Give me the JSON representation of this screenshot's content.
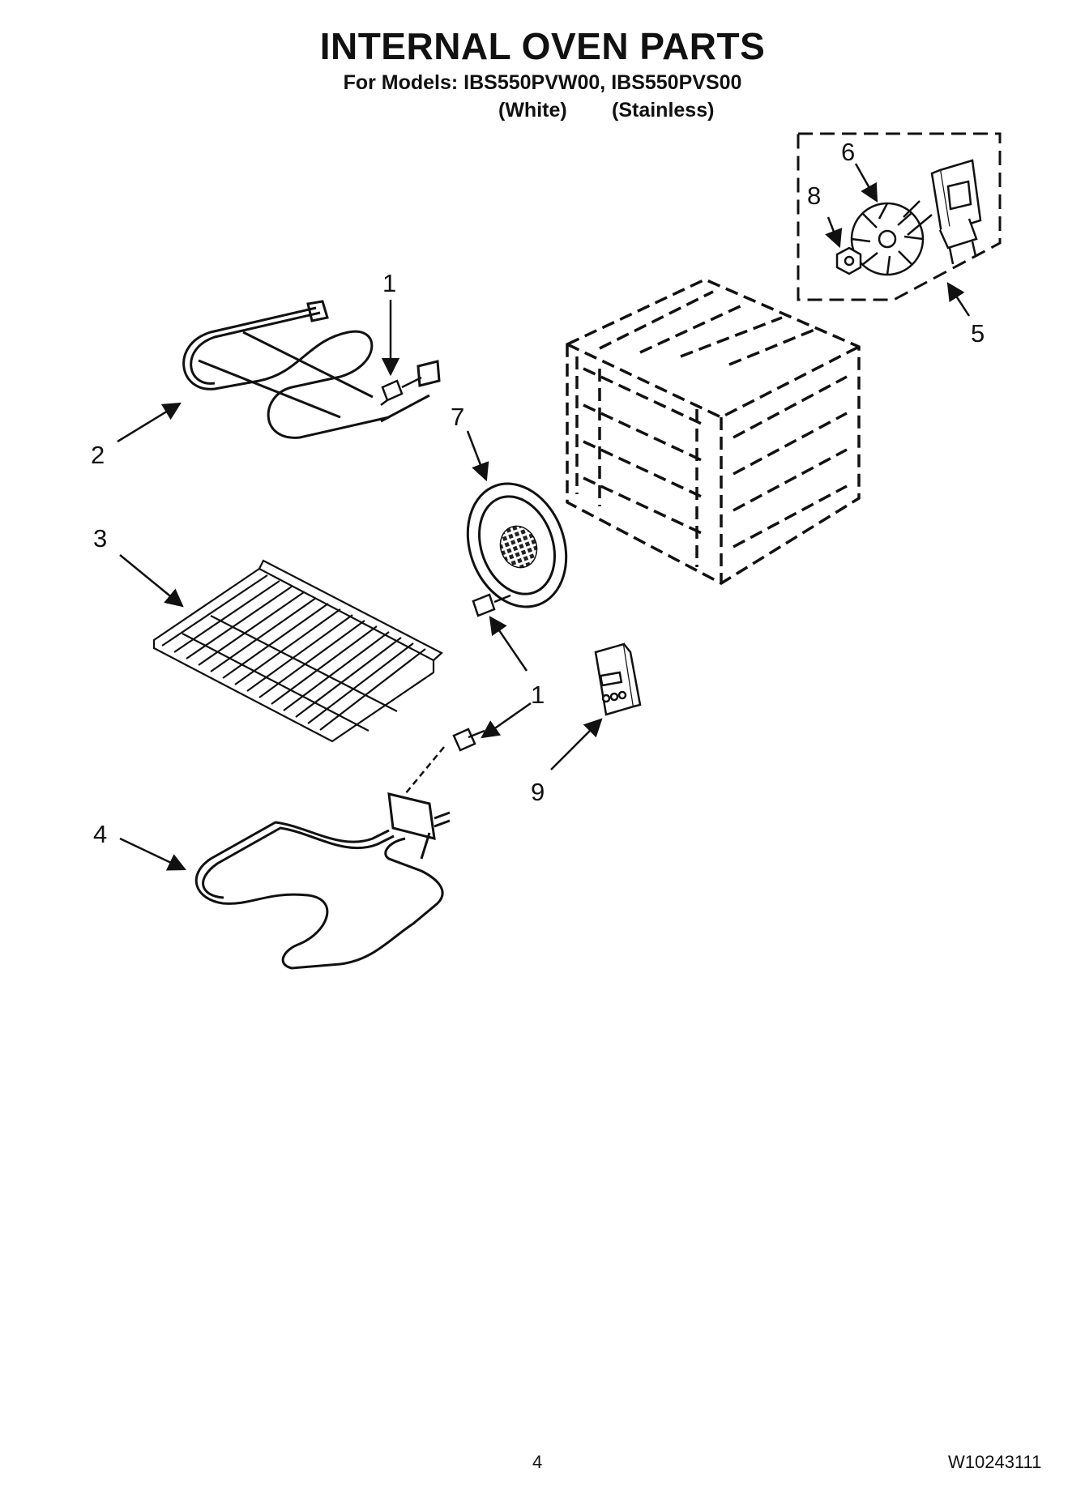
{
  "header": {
    "title": "INTERNAL OVEN PARTS",
    "models_line": "For Models: IBS550PVW00, IBS550PVS00",
    "variant_white": "(White)",
    "variant_stainless": "(Stainless)"
  },
  "callouts": {
    "c1_top": "1",
    "c2": "2",
    "c3": "3",
    "c4": "4",
    "c5": "5",
    "c6": "6",
    "c7": "7",
    "c8": "8",
    "c1_mid": "1",
    "c9": "9"
  },
  "footer": {
    "page_number": "4",
    "document_number": "W10243111"
  }
}
